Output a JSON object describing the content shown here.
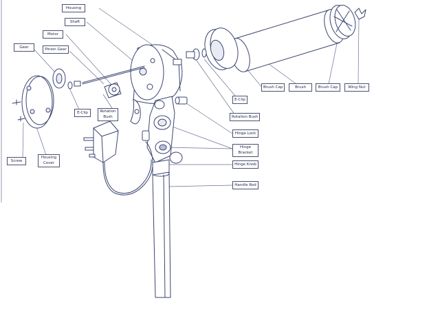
{
  "diagram": {
    "labels": {
      "housing": "Housing",
      "shaft": "Shaft",
      "motor": "Motor",
      "gear": "Gear",
      "pinion_gear": "Pinion Gear",
      "brush_cap_left": "Brush Cap",
      "brush": "Brush",
      "brush_cap_right": "Brush Cap",
      "wing_nut": "Wing Nut",
      "e_clip_top": "E-Clip",
      "rotation_bush_top": "Rotation Bush",
      "e_clip_left": "E-Clip",
      "rotation_bush_left": "Rotation Bush",
      "hinge_lock": "Hinge Lock",
      "hinge_bracket": "Hinge Bracket",
      "hinge_knob": "Hinge Knob",
      "handle_rod": "Handle Rod",
      "screw": "Screw",
      "housing_cover": "Housing Cover"
    }
  }
}
